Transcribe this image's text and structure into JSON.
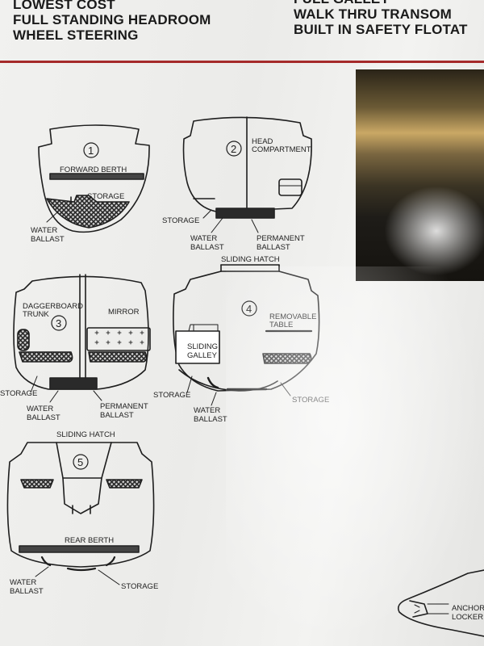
{
  "features_left": [
    "LOWEST COST",
    "FULL STANDING HEADROOM",
    "WHEEL STEERING"
  ],
  "features_right": [
    "FULL GALLEY",
    "WALK THRU TRANSOM",
    "BUILT IN SAFETY FLOTAT"
  ],
  "diagrams": {
    "d1": {
      "number": "1",
      "forward_berth": "FORWARD BERTH",
      "storage": "STORAGE",
      "water": "WATER",
      "ballast": "BALLAST"
    },
    "d2": {
      "number": "2",
      "head": "HEAD",
      "compartment": "COMPARTMENT",
      "storage": "STORAGE",
      "water": "WATER",
      "ballast": "BALLAST",
      "permanent": "PERMANENT",
      "permanent_ballast": "BALLAST"
    },
    "d3": {
      "number": "3",
      "daggerboard": "DAGGERBOARD",
      "trunk": "TRUNK",
      "mirror": "MIRROR",
      "storage": "STORAGE",
      "water": "WATER",
      "ballast": "BALLAST",
      "permanent": "PERMANENT",
      "permanent_ballast": "BALLAST"
    },
    "d4": {
      "number": "4",
      "sliding_hatch": "SLIDING HATCH",
      "removable": "REMOVABLE",
      "table": "TABLE",
      "sliding": "SLIDING",
      "galley": "GALLEY",
      "storage_left": "STORAGE",
      "storage_right": "STORAGE",
      "water": "WATER",
      "ballast": "BALLAST"
    },
    "d5": {
      "number": "5",
      "sliding_hatch": "SLIDING HATCH",
      "rear_berth": "REAR BERTH",
      "water": "WATER",
      "ballast": "BALLAST",
      "storage": "STORAGE"
    },
    "d6": {
      "anchor": "ANCHOR",
      "locker": "LOCKER"
    }
  }
}
